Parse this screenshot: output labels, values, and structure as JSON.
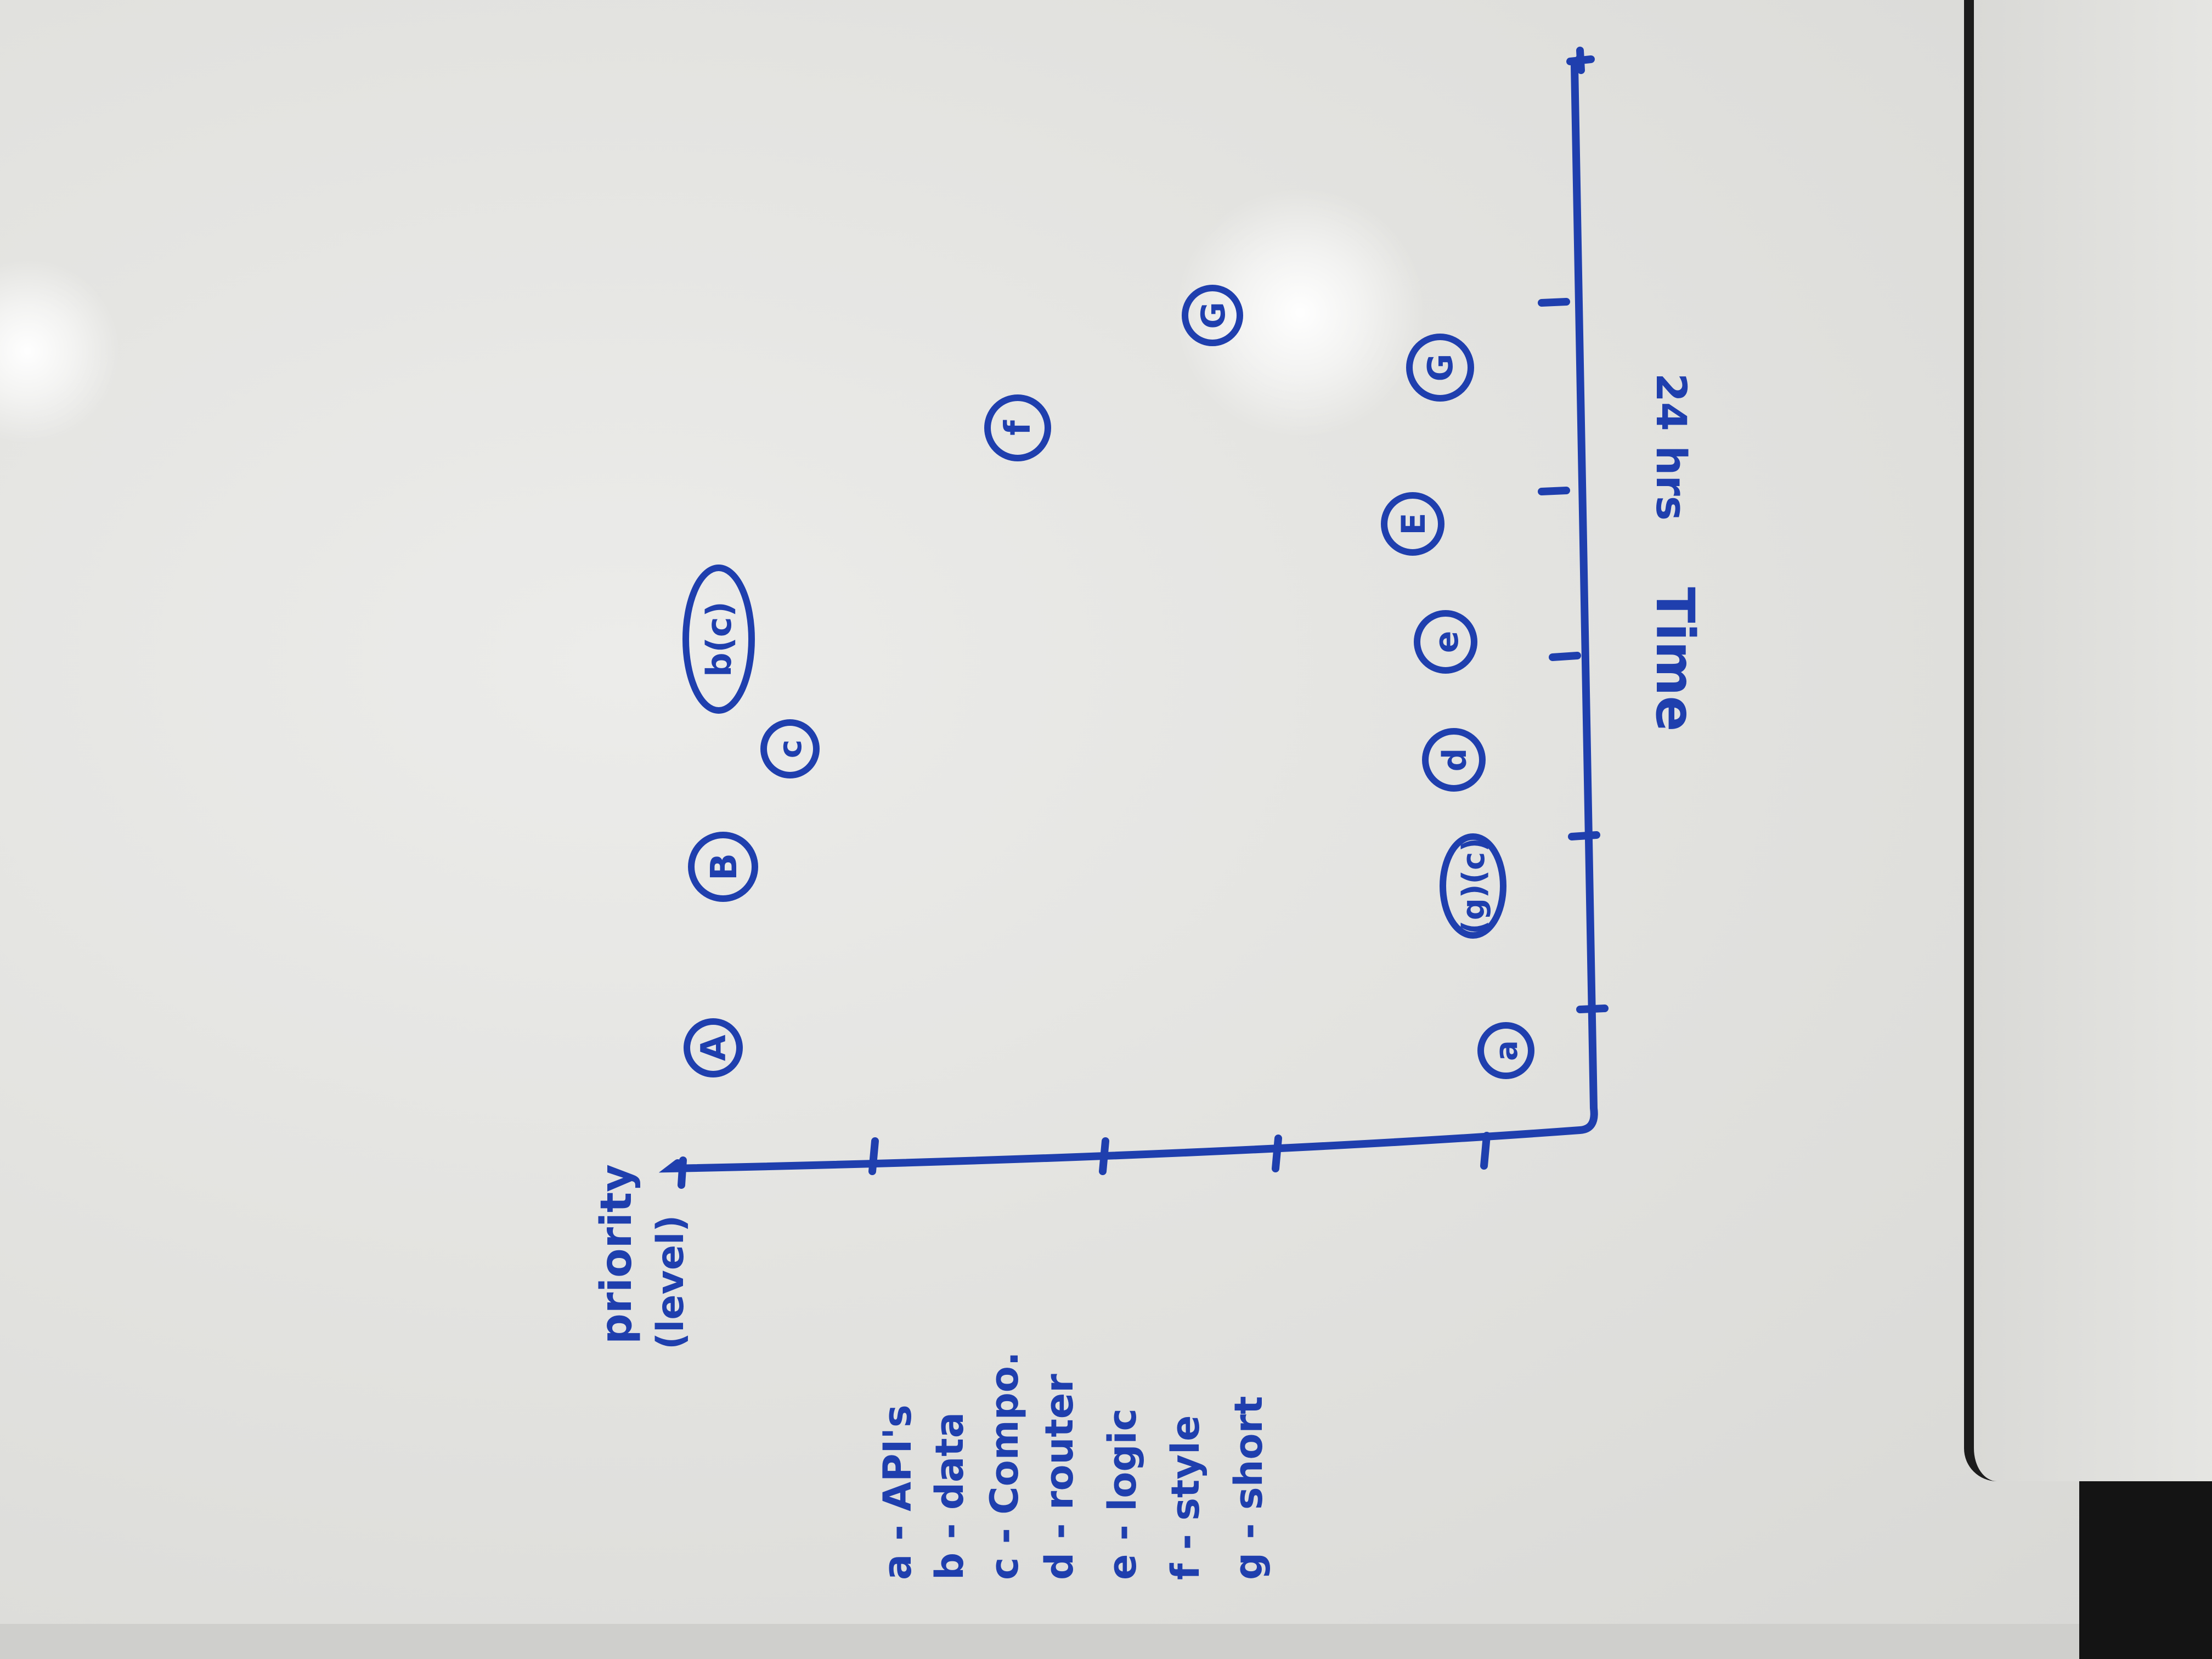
{
  "whiteboard": {
    "y_axis_label": "priority",
    "y_axis_sublabel": "(level)",
    "x_axis_label": "Time",
    "x_axis_unit": "24 hrs",
    "legend": [
      "a - API's",
      "b - data",
      "c - Compo.",
      "d - router",
      "e - logic",
      "f - style",
      "g - short"
    ],
    "points": [
      {
        "label": "A"
      },
      {
        "label": "B"
      },
      {
        "label": "c"
      },
      {
        "label": "b(c)"
      },
      {
        "label": "f"
      },
      {
        "label": "G"
      },
      {
        "label": "a"
      },
      {
        "label": "(g)(c)"
      },
      {
        "label": "d"
      },
      {
        "label": "e"
      },
      {
        "label": "E"
      },
      {
        "label": "G"
      }
    ],
    "ink_color": "#1f3fae"
  }
}
